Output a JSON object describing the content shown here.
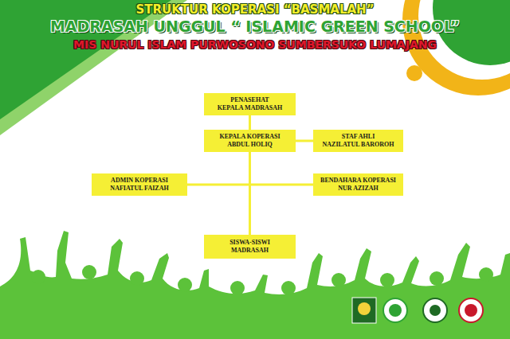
{
  "diagram": {
    "title": "STRUKTUR KOPERASI “BASMALAH”",
    "nodes": [
      {
        "text": [
          "PENASEHAT",
          "KEPALA MADRASAH"
        ]
      },
      {
        "text": [
          "KEPALA KOPERASI",
          "ABDUL HOLIQ"
        ]
      },
      {
        "text": [
          "STAF AHLI",
          "NAZILATUL BAROROH"
        ]
      },
      {
        "text": [
          "ADMIN KOPERASI",
          "NAFIATUL FAIZAH"
        ]
      },
      {
        "text": [
          "BENDAHARA KOPERASI",
          "NUR AZIZAH"
        ]
      },
      {
        "text": [
          "SISWA-SISWI",
          "MADRASAH"
        ]
      }
    ],
    "edges": [
      {
        "from": 0,
        "to": 1,
        "arrow": "none"
      },
      {
        "from": 1,
        "to": 2,
        "arrow": "none"
      },
      {
        "from": 1,
        "to": 3,
        "arrow": "none"
      },
      {
        "from": 1,
        "to": 4,
        "arrow": "none"
      },
      {
        "from": 1,
        "to": 5,
        "arrow": "none"
      }
    ],
    "labels": [
      "MADRASAH UNGGUL “ ISLAMIC GREEN SCHOOL”",
      "MIS NURUL ISLAM PURWOSONO SUMBERSUKO LUMAJANG"
    ]
  }
}
